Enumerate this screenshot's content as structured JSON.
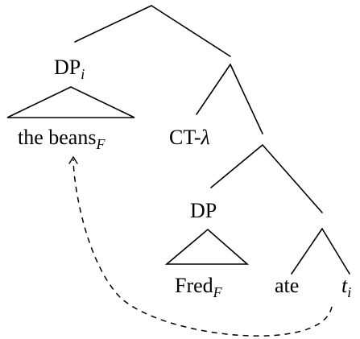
{
  "tree": {
    "dp_i": {
      "base": "DP",
      "index": "i"
    },
    "the_beans": {
      "base": "the beans",
      "focus": "F"
    },
    "ct_lambda": {
      "base": "CT-",
      "lambda": "λ"
    },
    "dp": {
      "base": "DP"
    },
    "fred": {
      "base": "Fred",
      "focus": "F"
    },
    "ate": {
      "base": "ate"
    },
    "trace": {
      "base": "t",
      "index": "i"
    }
  },
  "movement": {
    "style": "dashed",
    "from": "trace",
    "to": "the_beans"
  }
}
